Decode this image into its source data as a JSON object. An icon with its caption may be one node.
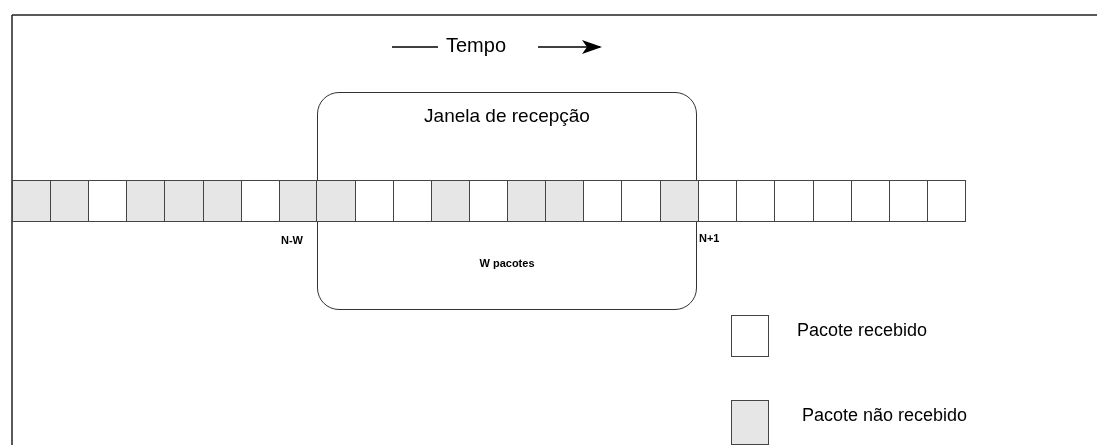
{
  "diagram": {
    "nodes": [
      {
        "text": [
          "Janela de recepção",
          "W pacotes"
        ]
      },
      {
        "text": [],
        "shape": "box"
      },
      {
        "text": [],
        "shape": "box"
      },
      {
        "text": [],
        "shape": "box"
      },
      {
        "text": [],
        "shape": "box"
      },
      {
        "text": [],
        "shape": "box"
      },
      {
        "text": [],
        "shape": "box"
      },
      {
        "text": [],
        "shape": "box"
      },
      {
        "text": [],
        "shape": "box"
      },
      {
        "text": [],
        "shape": "box",
        "in": 0
      },
      {
        "text": [],
        "shape": "box",
        "in": 0
      },
      {
        "text": [],
        "shape": "box",
        "in": 0
      },
      {
        "text": [],
        "shape": "box",
        "in": 0
      },
      {
        "text": [],
        "shape": "box",
        "in": 0
      },
      {
        "text": [],
        "shape": "box",
        "in": 0
      },
      {
        "text": [],
        "shape": "box",
        "in": 0
      },
      {
        "text": [],
        "shape": "box",
        "in": 0
      },
      {
        "text": [],
        "shape": "box",
        "in": 0
      },
      {
        "text": [],
        "shape": "box",
        "in": 0
      },
      {
        "text": [],
        "shape": "box"
      },
      {
        "text": [],
        "shape": "box"
      },
      {
        "text": [],
        "shape": "box"
      },
      {
        "text": [],
        "shape": "box"
      },
      {
        "text": [],
        "shape": "box"
      },
      {
        "text": [],
        "shape": "box"
      },
      {
        "text": [],
        "shape": "box"
      }
    ],
    "edges": [],
    "labels": [
      "Tempo",
      "N-W",
      "N+1"
    ],
    "legend": [
      {
        "text": "Pacote recebido",
        "color": "#ffffff"
      },
      {
        "text": "Pacote não recebido",
        "color": "#e6e6e6"
      }
    ]
  }
}
